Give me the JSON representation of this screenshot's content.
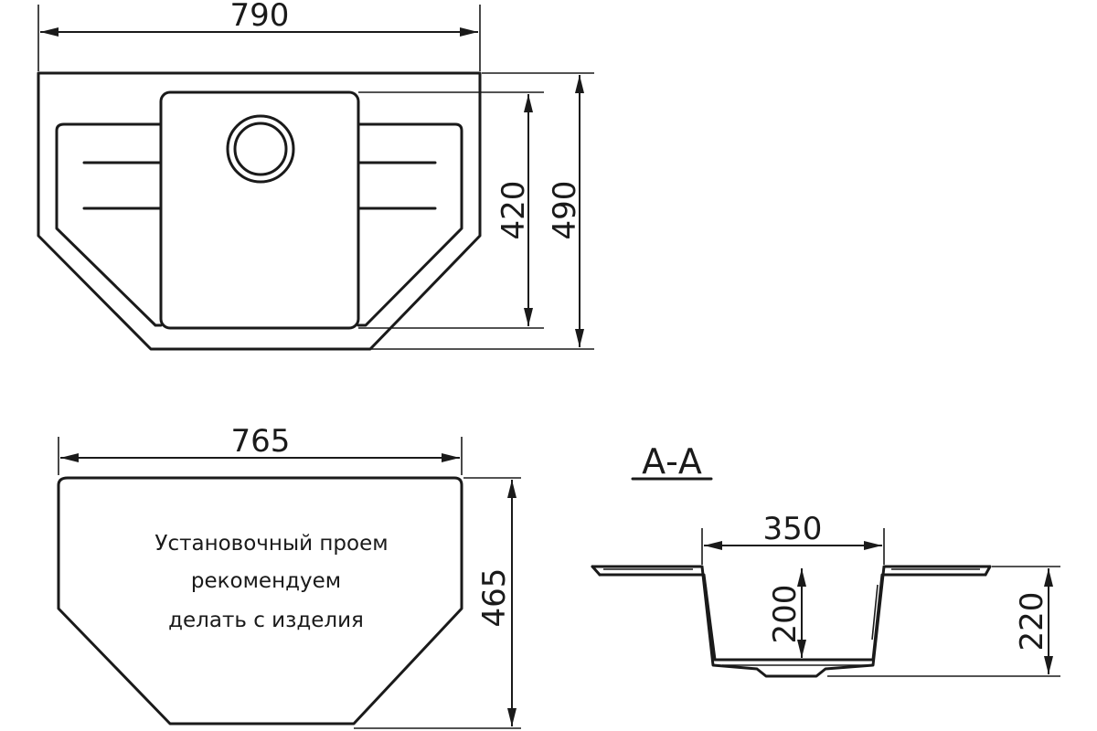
{
  "top_view": {
    "dim_width": "790",
    "dim_bowl_depth": "420",
    "dim_depth": "490"
  },
  "cutout": {
    "dim_width": "765",
    "dim_depth": "465",
    "note_lines": [
      "Установочный проем",
      "рекомендуем",
      "делать с изделия"
    ]
  },
  "section": {
    "label": "А-А",
    "dim_bowl_width": "350",
    "dim_bowl_height": "200",
    "dim_total_height": "220"
  }
}
